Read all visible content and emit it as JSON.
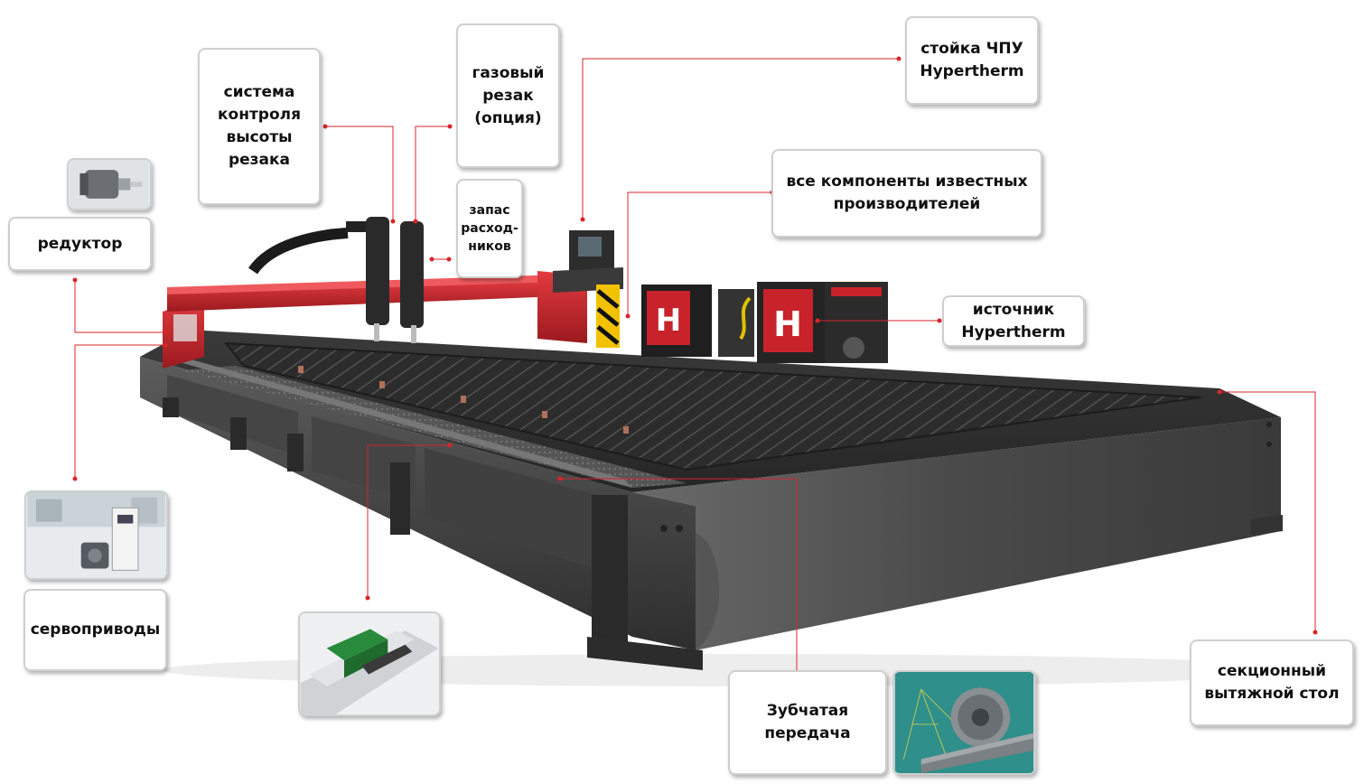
{
  "labels": {
    "height_control": [
      "система",
      "контроля",
      "высоты",
      "резака"
    ],
    "gas_cutter": [
      "газовый",
      "резак",
      "(опция)"
    ],
    "cnc_rack": [
      "стойка ЧПУ",
      "Hypertherm"
    ],
    "components": [
      "все компоненты известных",
      "производителей"
    ],
    "consumables": [
      "запас",
      "расход-",
      "ников"
    ],
    "reducer": [
      "редуктор"
    ],
    "source": [
      "источник",
      "Hypertherm"
    ],
    "servo": [
      "сервоприводы"
    ],
    "gear": [
      "Зубчатая",
      "передача"
    ],
    "exhaust_table": [
      "секционный",
      "вытяжной стол"
    ]
  },
  "icons": {
    "reducer_photo": "gearbox-photo-icon",
    "servo_photo": "servo-drive-photo-icon",
    "rail_photo": "linear-guide-rail-photo-icon",
    "gear_photo": "gear-rack-photo-icon"
  },
  "colors": {
    "leader_line": "#d9252a",
    "gantry_red": "#c8222a",
    "machine_dark": "#3b3b3b",
    "label_border": "#cfcfcf"
  }
}
